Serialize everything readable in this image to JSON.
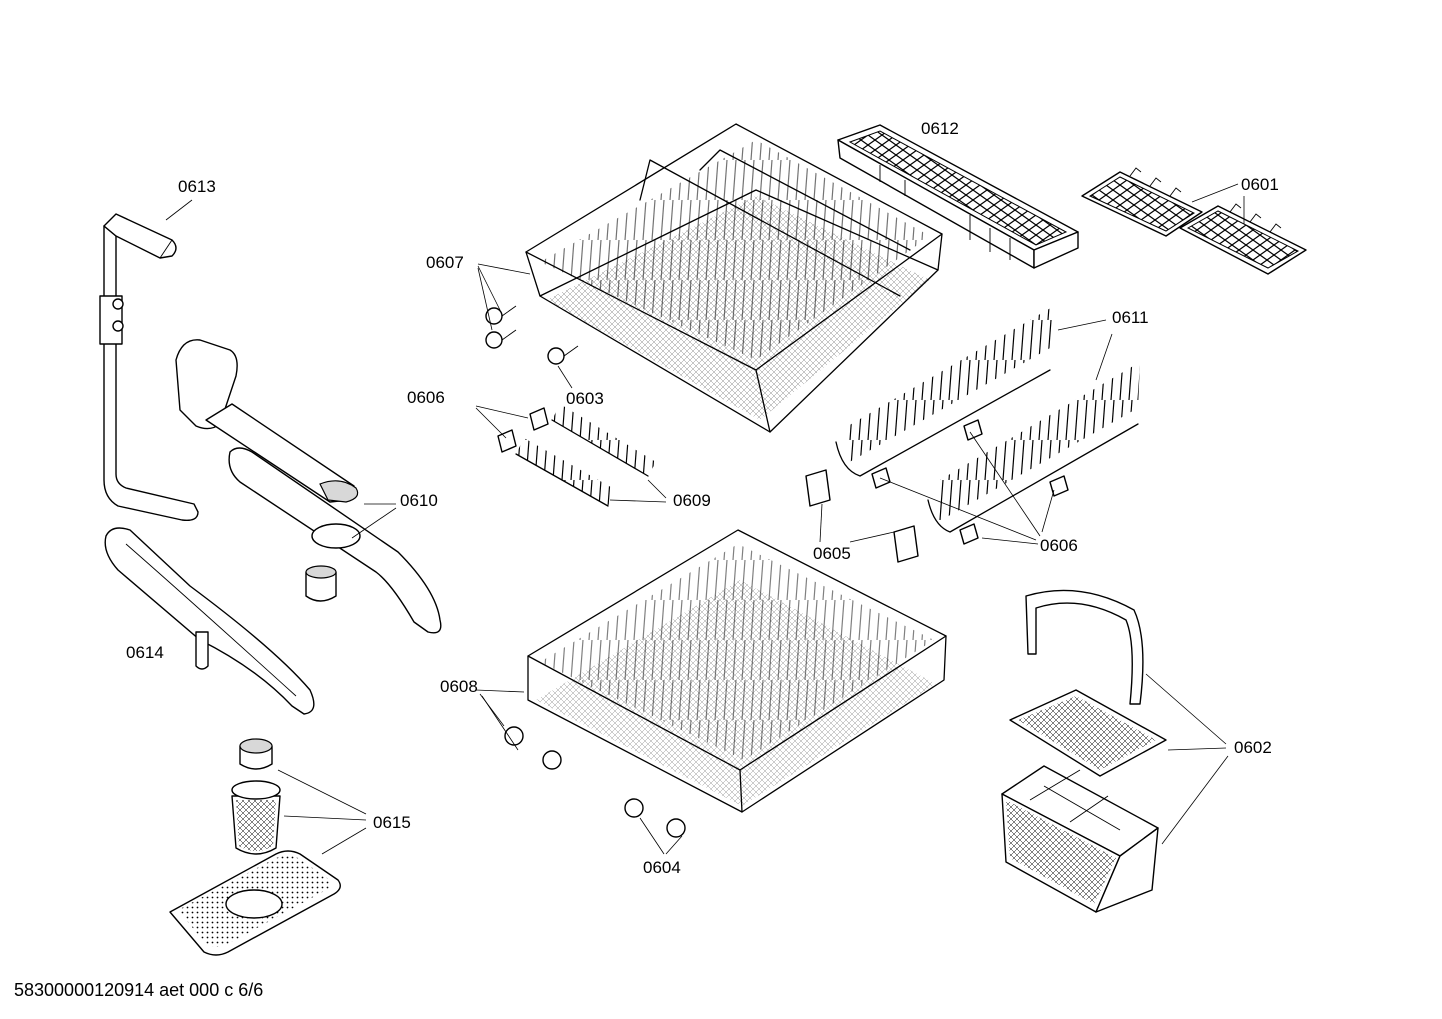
{
  "labels": {
    "p0612": "0612",
    "p0601": "0601",
    "p0613": "0613",
    "p0607": "0607",
    "p0611": "0611",
    "p0606a": "0606",
    "p0603": "0603",
    "p0610": "0610",
    "p0609": "0609",
    "p0605": "0605",
    "p0606b": "0606",
    "p0614": "0614",
    "p0608": "0608",
    "p0602": "0602",
    "p0615": "0615",
    "p0604": "0604"
  },
  "document_id": "58300000120914 aet 000 c 6/6"
}
